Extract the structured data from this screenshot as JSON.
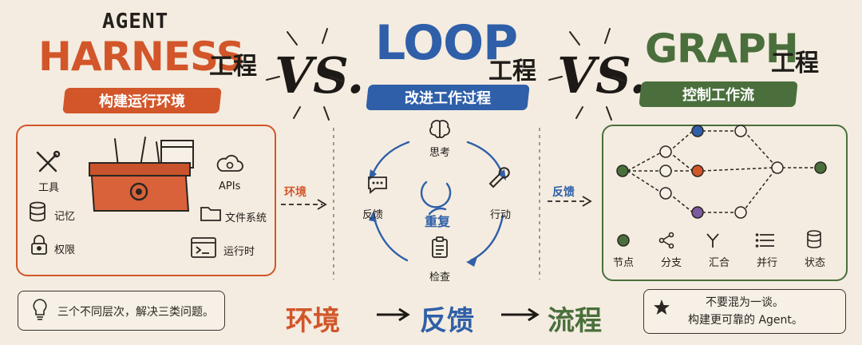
{
  "left": {
    "title_small": "AGENT",
    "title_big": "HARNESS",
    "title_cn": "工程",
    "subtitle": "构建运行环境",
    "items": {
      "tools": "工具",
      "memory": "记忆",
      "permissions": "权限",
      "apis": "APIs",
      "filesystem": "文件系统",
      "runtime": "运行时"
    }
  },
  "middle": {
    "title_big": "LOOP",
    "title_cn": "工程",
    "subtitle": "改进工作过程",
    "items": {
      "think": "思考",
      "act": "行动",
      "check": "检查",
      "feedback": "反馈",
      "repeat": "重复"
    }
  },
  "right": {
    "title_big": "GRAPH",
    "title_cn": "工程",
    "subtitle": "控制工作流",
    "legend": {
      "node": "节点",
      "branch": "分支",
      "merge": "汇合",
      "parallel": "并行",
      "state": "状态"
    }
  },
  "vs1": "VS.",
  "vs2": "VS.",
  "arrow_env": "环境",
  "arrow_feedback": "反馈",
  "bottom_left_note": "三个不同层次，解决三类问题。",
  "flow": {
    "env": "环境",
    "feedback": "反馈",
    "process": "流程"
  },
  "bottom_right_note": {
    "line1": "不要混为一谈。",
    "line2": "构建更可靠的 Agent。"
  },
  "colors": {
    "orange": "#d2562a",
    "blue": "#2f5fa8",
    "green": "#4a6f3c",
    "paper": "#f4ece0"
  }
}
